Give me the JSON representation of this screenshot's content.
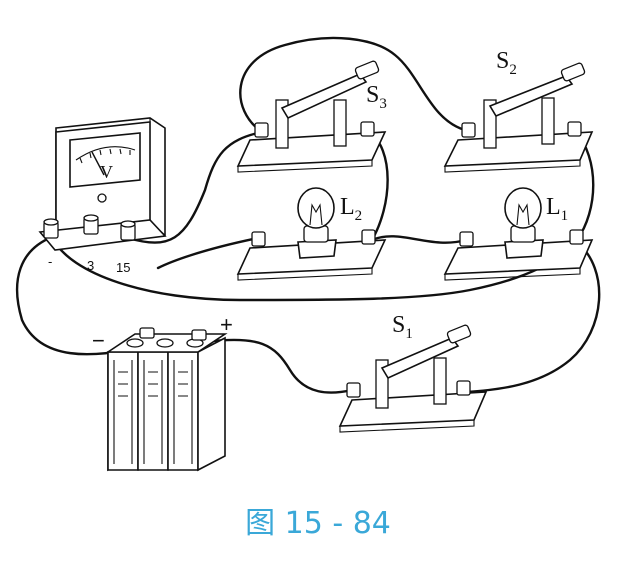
{
  "labels": {
    "s1": {
      "main": "S",
      "sub": "1"
    },
    "s2": {
      "main": "S",
      "sub": "2"
    },
    "s3": {
      "main": "S",
      "sub": "3"
    },
    "l1": {
      "main": "L",
      "sub": "1"
    },
    "l2": {
      "main": "L",
      "sub": "2"
    }
  },
  "voltmeter": {
    "symbol": "V",
    "terminals": [
      "-",
      "3",
      "15"
    ]
  },
  "battery": {
    "neg": "−",
    "pos": "+"
  },
  "caption": "图 15 - 84",
  "colors": {
    "ink": "#111111",
    "caption": "#3aa8d8",
    "background": "#ffffff"
  }
}
